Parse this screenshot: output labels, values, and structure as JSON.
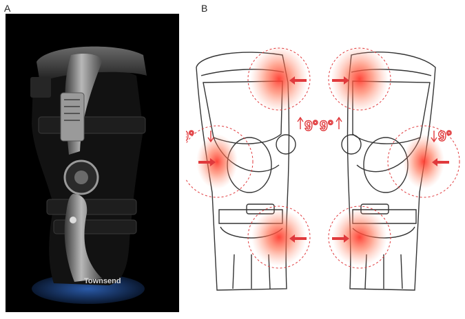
{
  "panels": {
    "a": {
      "label": "A",
      "brand": "Townsend"
    },
    "b": {
      "label": "B",
      "angle_left": "9°",
      "angle_right": "9°"
    }
  },
  "colors": {
    "pressure_red": "#e0393c",
    "glow": "#ff5a3c",
    "photo_background": "#000000",
    "outline": "#333333"
  }
}
